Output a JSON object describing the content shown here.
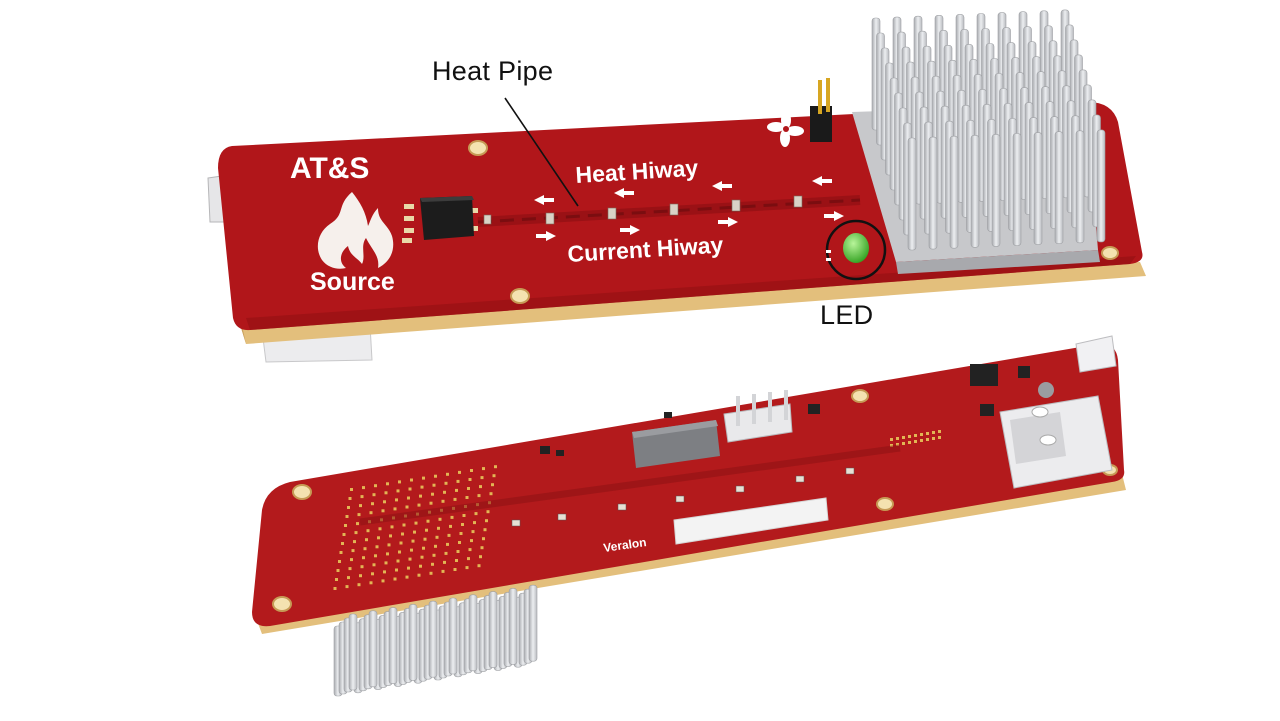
{
  "annotations": {
    "heat_pipe": "Heat Pipe",
    "led": "LED"
  },
  "top_board": {
    "brand": "AT&S",
    "heat_lane": "Heat Hiway",
    "current_lane": "Current Hiway",
    "source": "Source",
    "pcb_color": "#b1161a",
    "edge_color": "#e3bf7c",
    "led_color": "#44cc2e",
    "heatsink_color": "#d4d5d8"
  },
  "bottom_board": {
    "brand": "Veralon",
    "pcb_color": "#b31a1c"
  }
}
